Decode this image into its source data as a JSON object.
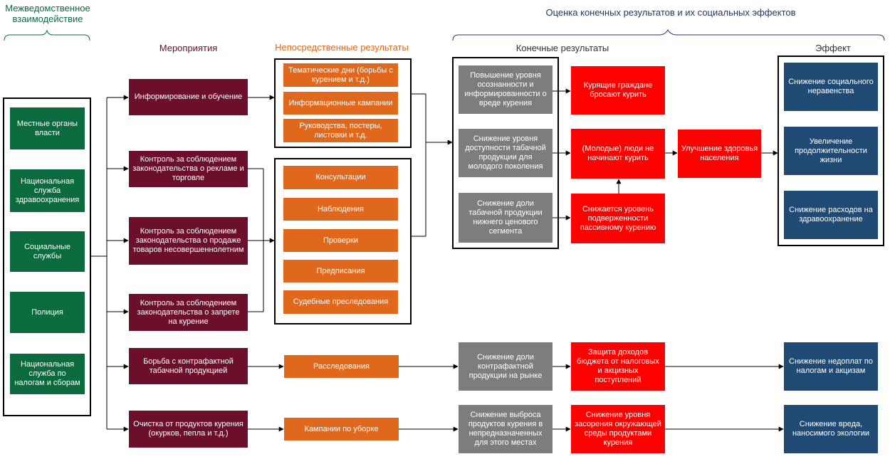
{
  "colors": {
    "header_green": "#0b6b3f",
    "header_maroon": "#6b0f2a",
    "header_orange": "#e0681c",
    "header_navy": "#1f3864",
    "green_box": "#0b6b3f",
    "maroon_box": "#6b0f2a",
    "orange_box": "#e0681c",
    "gray_box": "#7d7d7d",
    "red_box": "#ff0000",
    "navy_box": "#1f4a74"
  },
  "headers": {
    "interagency": "Межведомственное взаимодействие",
    "evaluation": "Оценка конечных результатов и их социальных эффектов",
    "measures": "Мероприятия",
    "immediate": "Непосредственные результаты",
    "final": "Конечные результаты",
    "effect": "Эффект"
  },
  "agencies": [
    "Местные органы власти",
    "Национальная служба здравоохранения",
    "Социальные службы",
    "Полиция",
    "Национальная служба по налогам и сборам"
  ],
  "measures": [
    "Информирование и обучение",
    "Контроль за соблюдением законодательства о рекламе и торговле",
    "Контроль за соблюдением законодательства о продаже товаров несовершеннолетним",
    "Контроль за соблюдением законодательства о запрете на курение",
    "Борьба с контрафактной табачной продукцией",
    "Очистка от продуктов курения (окурков, пепла и т.д.)"
  ],
  "immediate_info": [
    "Тематические дни (борьбы с курением и т.д.)",
    "Информационные кампании",
    "Руководства, постеры, листовки и т.д."
  ],
  "immediate_control": [
    "Консультации",
    "Наблюдения",
    "Проверки",
    "Предписания",
    "Судебные преследования"
  ],
  "immediate_other": {
    "investigation": "Расследования",
    "cleanup": "Кампании по уборке"
  },
  "final_gray": [
    "Повышение уровня осознанности и информированности о вреде курения",
    "Снижение уровня доступности табачной продукции для молодого поколения",
    "Снижение доли табачной продукции нижнего ценового сегмента",
    "Снижение доли контрафактной продукции на рынке",
    "Снижение выброса продуктов курения в непредназначенных для этого местах"
  ],
  "final_red": [
    "Курящие граждане бросают курить",
    "(Молодые) люди не начинают курить",
    "Снижается уровень подверженности пассивному курению",
    "Улучшение здоровья населения",
    "Защита доходов бюджета от налоговых и акцизных поступлений",
    "Снижение уровня засорения окружающей среды продуктами курения"
  ],
  "effects": [
    "Снижение социального неравенства",
    "Увеличение продолжительности жизни",
    "Снижение расходов на здравоохранение",
    "Снижение недоплат по налогам и акцизам",
    "Снижение вреда, наносимого экологии"
  ]
}
